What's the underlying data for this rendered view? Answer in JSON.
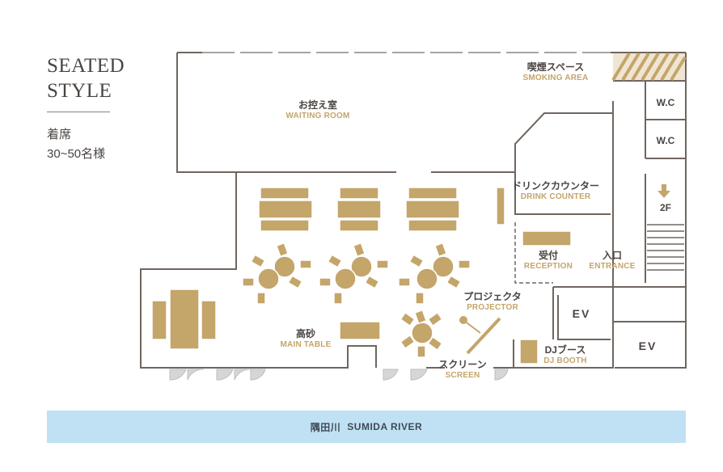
{
  "header": {
    "title_line1": "SEATED",
    "title_line2": "STYLE",
    "seats_line1": "着席",
    "seats_line2": "30~50名様"
  },
  "rooms": {
    "waiting": {
      "jp": "お控え室",
      "en": "WAITING ROOM"
    },
    "smoking": {
      "jp": "喫煙スペース",
      "en": "SMOKING AREA"
    },
    "wc1": "W.C",
    "wc2": "W.C",
    "stairs_floor": "2F",
    "drink": {
      "jp": "ドリンクカウンター",
      "en": "DRINK COUNTER"
    },
    "reception": {
      "jp": "受付",
      "en": "RECEPTION"
    },
    "entrance": {
      "jp": "入口",
      "en": "ENTRANCE"
    },
    "projector": {
      "jp": "プロジェクタ",
      "en": "PROJECTOR"
    },
    "main_table": {
      "jp": "高砂",
      "en": "MAIN TABLE"
    },
    "screen": {
      "jp": "スクリーン",
      "en": "SCREEN"
    },
    "dj": {
      "jp": "DJブース",
      "en": "DJ BOOTH"
    },
    "ev1": "EV",
    "ev2": "EV"
  },
  "river": {
    "jp": "隅田川",
    "en": "SUMIDA RIVER"
  },
  "colors": {
    "wall": "#6f6660",
    "furniture": "#c4a56a",
    "water": "#bfe1f3",
    "glass": "#d6d6d6"
  }
}
